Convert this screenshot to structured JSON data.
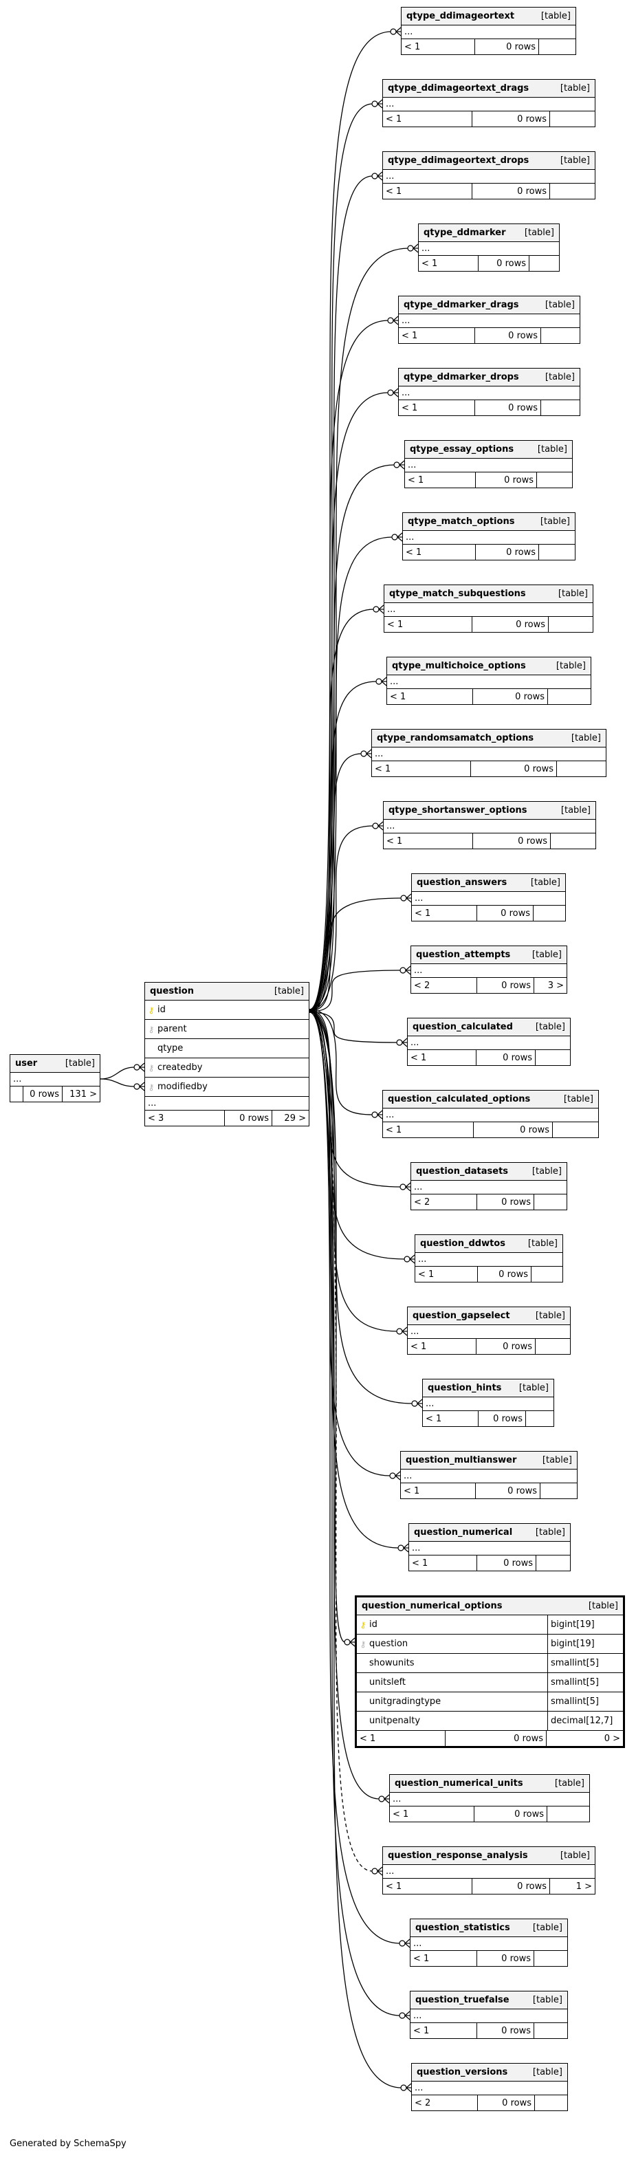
{
  "schema_tables": [
    {
      "id": "qtype_ddimageortext",
      "name": "qtype_ddimageortext",
      "type": "[table]",
      "parents": "< 1",
      "rows": "0 rows",
      "children": ""
    },
    {
      "id": "qtype_ddimageortext_drags",
      "name": "qtype_ddimageortext_drags",
      "type": "[table]",
      "parents": "< 1",
      "rows": "0 rows",
      "children": ""
    },
    {
      "id": "qtype_ddimageortext_drops",
      "name": "qtype_ddimageortext_drops",
      "type": "[table]",
      "parents": "< 1",
      "rows": "0 rows",
      "children": ""
    },
    {
      "id": "qtype_ddmarker",
      "name": "qtype_ddmarker",
      "type": "[table]",
      "parents": "< 1",
      "rows": "0 rows",
      "children": ""
    },
    {
      "id": "qtype_ddmarker_drags",
      "name": "qtype_ddmarker_drags",
      "type": "[table]",
      "parents": "< 1",
      "rows": "0 rows",
      "children": ""
    },
    {
      "id": "qtype_ddmarker_drops",
      "name": "qtype_ddmarker_drops",
      "type": "[table]",
      "parents": "< 1",
      "rows": "0 rows",
      "children": ""
    },
    {
      "id": "qtype_essay_options",
      "name": "qtype_essay_options",
      "type": "[table]",
      "parents": "< 1",
      "rows": "0 rows",
      "children": ""
    },
    {
      "id": "qtype_match_options",
      "name": "qtype_match_options",
      "type": "[table]",
      "parents": "< 1",
      "rows": "0 rows",
      "children": ""
    },
    {
      "id": "qtype_match_subquestions",
      "name": "qtype_match_subquestions",
      "type": "[table]",
      "parents": "< 1",
      "rows": "0 rows",
      "children": ""
    },
    {
      "id": "qtype_multichoice_options",
      "name": "qtype_multichoice_options",
      "type": "[table]",
      "parents": "< 1",
      "rows": "0 rows",
      "children": ""
    },
    {
      "id": "qtype_randomsamatch_options",
      "name": "qtype_randomsamatch_options",
      "type": "[table]",
      "parents": "< 1",
      "rows": "0 rows",
      "children": ""
    },
    {
      "id": "qtype_shortanswer_options",
      "name": "qtype_shortanswer_options",
      "type": "[table]",
      "parents": "< 1",
      "rows": "0 rows",
      "children": ""
    },
    {
      "id": "question_answers",
      "name": "question_answers",
      "type": "[table]",
      "parents": "< 1",
      "rows": "0 rows",
      "children": ""
    },
    {
      "id": "question_attempts",
      "name": "question_attempts",
      "type": "[table]",
      "parents": "< 2",
      "rows": "0 rows",
      "children": "3 >"
    },
    {
      "id": "question_calculated",
      "name": "question_calculated",
      "type": "[table]",
      "parents": "< 1",
      "rows": "0 rows",
      "children": ""
    },
    {
      "id": "question_calculated_options",
      "name": "question_calculated_options",
      "type": "[table]",
      "parents": "< 1",
      "rows": "0 rows",
      "children": ""
    },
    {
      "id": "question_datasets",
      "name": "question_datasets",
      "type": "[table]",
      "parents": "< 2",
      "rows": "0 rows",
      "children": ""
    },
    {
      "id": "question_ddwtos",
      "name": "question_ddwtos",
      "type": "[table]",
      "parents": "< 1",
      "rows": "0 rows",
      "children": ""
    },
    {
      "id": "question_gapselect",
      "name": "question_gapselect",
      "type": "[table]",
      "parents": "< 1",
      "rows": "0 rows",
      "children": ""
    },
    {
      "id": "question_hints",
      "name": "question_hints",
      "type": "[table]",
      "parents": "< 1",
      "rows": "0 rows",
      "children": ""
    },
    {
      "id": "question_multianswer",
      "name": "question_multianswer",
      "type": "[table]",
      "parents": "< 1",
      "rows": "0 rows",
      "children": ""
    },
    {
      "id": "question_numerical",
      "name": "question_numerical",
      "type": "[table]",
      "parents": "< 1",
      "rows": "0 rows",
      "children": ""
    },
    {
      "id": "question_numerical_units",
      "name": "question_numerical_units",
      "type": "[table]",
      "parents": "< 1",
      "rows": "0 rows",
      "children": ""
    },
    {
      "id": "question_response_analysis",
      "name": "question_response_analysis",
      "type": "[table]",
      "parents": "< 1",
      "rows": "0 rows",
      "children": "1 >"
    },
    {
      "id": "question_statistics",
      "name": "question_statistics",
      "type": "[table]",
      "parents": "< 1",
      "rows": "0 rows",
      "children": ""
    },
    {
      "id": "question_truefalse",
      "name": "question_truefalse",
      "type": "[table]",
      "parents": "< 1",
      "rows": "0 rows",
      "children": ""
    },
    {
      "id": "question_versions",
      "name": "question_versions",
      "type": "[table]",
      "parents": "< 2",
      "rows": "0 rows",
      "children": ""
    }
  ],
  "question": {
    "name": "question",
    "type": "[table]",
    "columns": [
      {
        "name": "id",
        "key": "pk"
      },
      {
        "name": "parent",
        "key": "fk"
      },
      {
        "name": "qtype",
        "key": "none"
      },
      {
        "name": "createdby",
        "key": "fk"
      },
      {
        "name": "modifiedby",
        "key": "fk"
      }
    ],
    "ellipsis": "...",
    "parents": "< 3",
    "rows": "0 rows",
    "children": "29 >"
  },
  "user": {
    "name": "user",
    "type": "[table]",
    "ellipsis": "...",
    "parents": "",
    "rows": "0 rows",
    "children": "131 >"
  },
  "question_numerical_options": {
    "name": "question_numerical_options",
    "type": "[table]",
    "columns": [
      {
        "name": "id",
        "key": "pk",
        "datatype": "bigint[19]"
      },
      {
        "name": "question",
        "key": "fk",
        "datatype": "bigint[19]"
      },
      {
        "name": "showunits",
        "key": "none",
        "datatype": "smallint[5]"
      },
      {
        "name": "unitsleft",
        "key": "none",
        "datatype": "smallint[5]"
      },
      {
        "name": "unitgradingtype",
        "key": "none",
        "datatype": "smallint[5]"
      },
      {
        "name": "unitpenalty",
        "key": "none",
        "datatype": "decimal[12,7]"
      }
    ],
    "parents": "< 1",
    "rows": "0 rows",
    "children": "0 >"
  },
  "ellipsis": "...",
  "key_icon": "key-icon",
  "colors": {
    "pk_key": "#e8c800",
    "fk_key": "#b0b0b0",
    "header_bg": "#f2f2f2"
  },
  "footer": "Generated by SchemaSpy"
}
